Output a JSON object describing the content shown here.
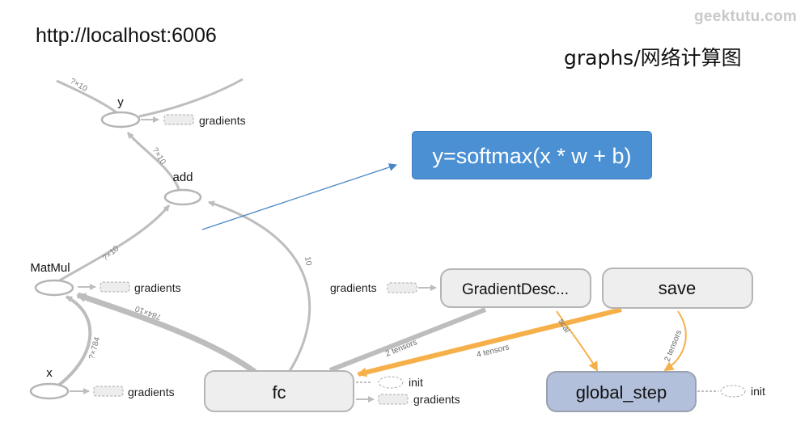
{
  "header": {
    "url": "http://localhost:6006",
    "section_title": "graphs/网络计算图",
    "watermark": "geektutu.com"
  },
  "formula": "y=softmax(x * w + b)",
  "colors": {
    "node_fill": "#eeeeee",
    "node_stroke": "#b5b5b5",
    "edge": "#bdbdbd",
    "highlight_edge": "#f6b04a",
    "global_step_fill": "#b3c0dc",
    "formula_bg": "#4a90d2",
    "annotation_arrow": "#4a86c5"
  },
  "nodes": {
    "y": "y",
    "add": "add",
    "matmul": "MatMul",
    "x": "x",
    "fc": "fc",
    "gradient_descent": "GradientDesc...",
    "save": "save",
    "global_step": "global_step"
  },
  "aux": {
    "gradients": "gradients",
    "init": "init"
  },
  "edge_labels": {
    "top_in": "?×10",
    "add_to_y": "?×10",
    "matmul_to_add": "?×10",
    "fc_to_add": "10",
    "fc_to_matmul": "784×10",
    "x_to_matmul": "?×784",
    "fc_to_gd": "2 tensors",
    "save_to_fc": "4 tensors",
    "gd_to_global": "scal",
    "save_to_global": "2 tensors"
  }
}
